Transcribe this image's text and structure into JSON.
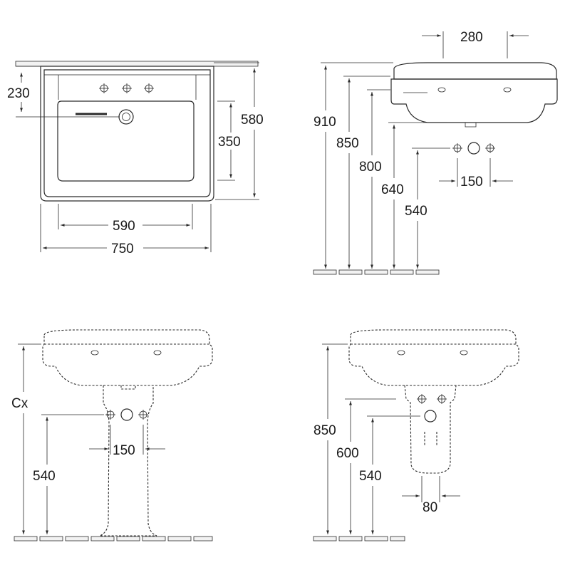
{
  "top_view": {
    "dim_230": "230",
    "dim_580": "580",
    "dim_350": "350",
    "dim_590": "590",
    "dim_750": "750"
  },
  "side_view": {
    "dim_280": "280",
    "dim_910": "910",
    "dim_850": "850",
    "dim_800": "800",
    "dim_640": "640",
    "dim_540": "540",
    "dim_150": "150"
  },
  "front_pedestal_view": {
    "dim_cx": "Cx",
    "dim_540": "540",
    "dim_150": "150"
  },
  "side_pedestal_view": {
    "dim_850": "850",
    "dim_600": "600",
    "dim_540": "540",
    "dim_80": "80"
  }
}
